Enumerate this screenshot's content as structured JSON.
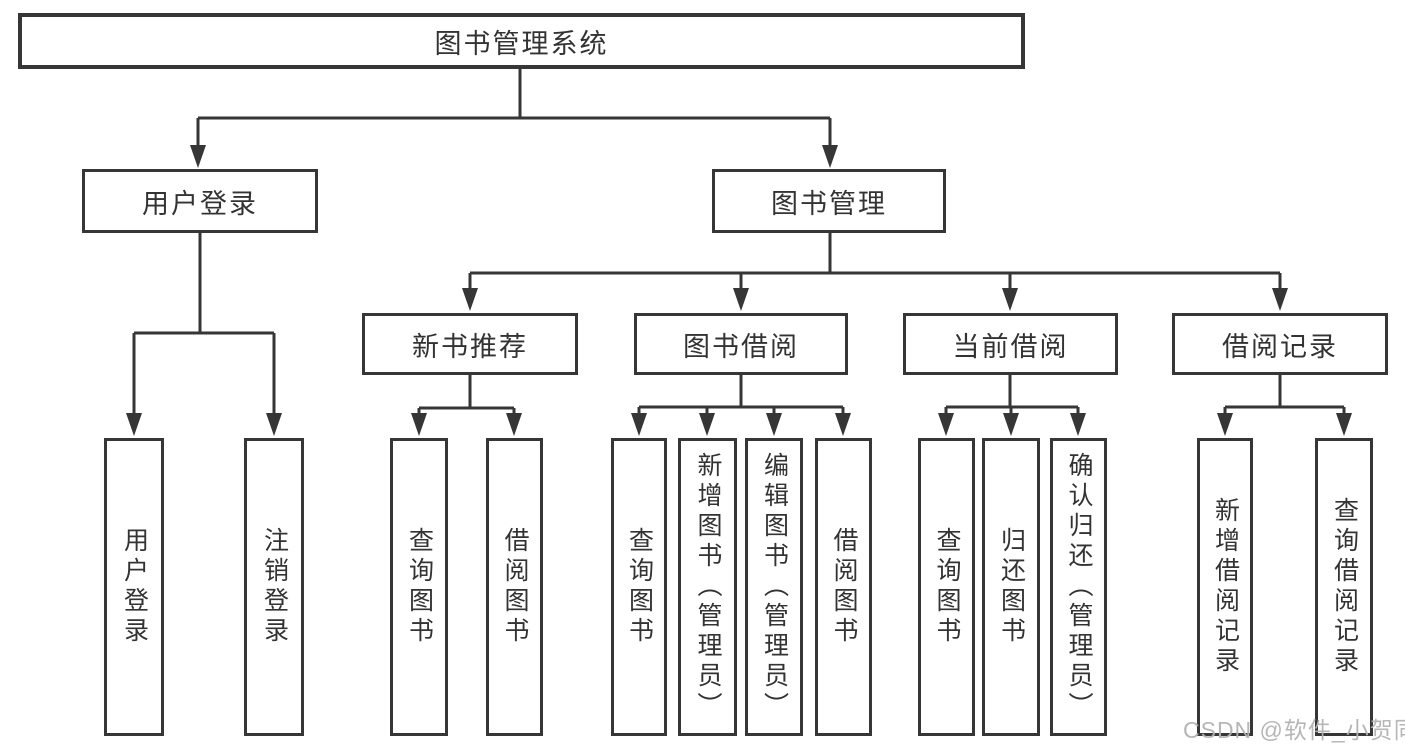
{
  "colors": {
    "line": "#363636",
    "node_border": "#363636",
    "node_text": "#333333",
    "node_background": "#ffffff",
    "page_background": "#ffffff",
    "watermark_text": "#b3b3b3"
  },
  "watermark": "CSDN @软件_小贺同学",
  "tree": {
    "root": {
      "label": "图书管理系统"
    },
    "branches": [
      {
        "label": "用户登录",
        "children": [
          {
            "label": "用户登录"
          },
          {
            "label": "注销登录"
          }
        ]
      },
      {
        "label": "图书管理",
        "children": [
          {
            "label": "新书推荐",
            "children": [
              {
                "label": "查询图书"
              },
              {
                "label": "借阅图书"
              }
            ]
          },
          {
            "label": "图书借阅",
            "children": [
              {
                "label": "查询图书"
              },
              {
                "label": "新增图书（管理员）"
              },
              {
                "label": "编辑图书（管理员）"
              },
              {
                "label": "借阅图书"
              }
            ]
          },
          {
            "label": "当前借阅",
            "children": [
              {
                "label": "查询图书"
              },
              {
                "label": "归还图书"
              },
              {
                "label": "确认归还（管理员）"
              }
            ]
          },
          {
            "label": "借阅记录",
            "children": [
              {
                "label": "新增借阅记录"
              },
              {
                "label": "查询借阅记录"
              }
            ]
          }
        ]
      }
    ]
  }
}
